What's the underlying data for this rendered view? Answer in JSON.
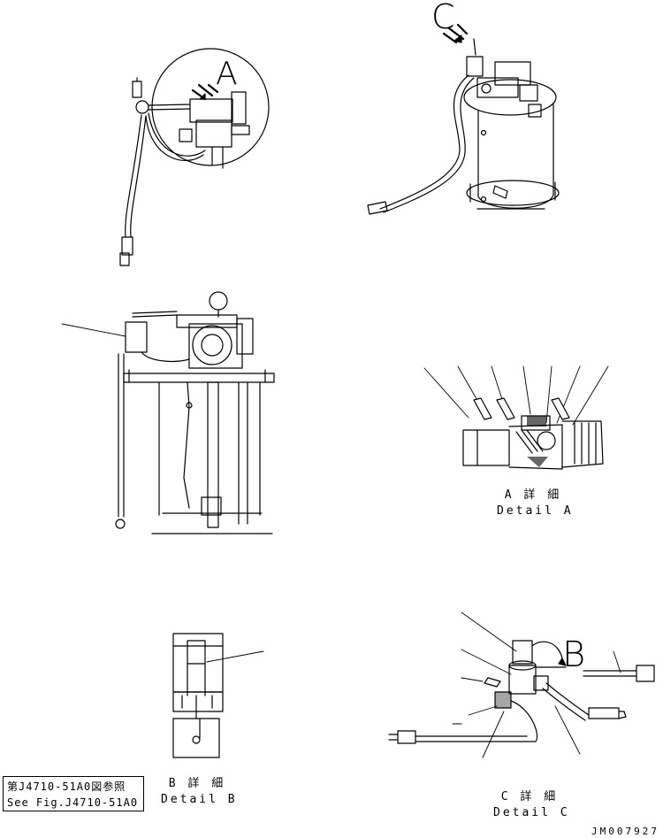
{
  "callouts": {
    "a": "A",
    "b": "B",
    "c": "C"
  },
  "details": {
    "a": {
      "jp": "A 詳 細",
      "en": "Detail A"
    },
    "b": {
      "jp": "B 詳 細",
      "en": "Detail B"
    },
    "c": {
      "jp": "C 詳 細",
      "en": "Detail C"
    }
  },
  "reference_note": {
    "jp": "第J4710-51A0図参照",
    "en": "See Fig.J4710-51A0"
  },
  "drawing_number": "JM007927"
}
